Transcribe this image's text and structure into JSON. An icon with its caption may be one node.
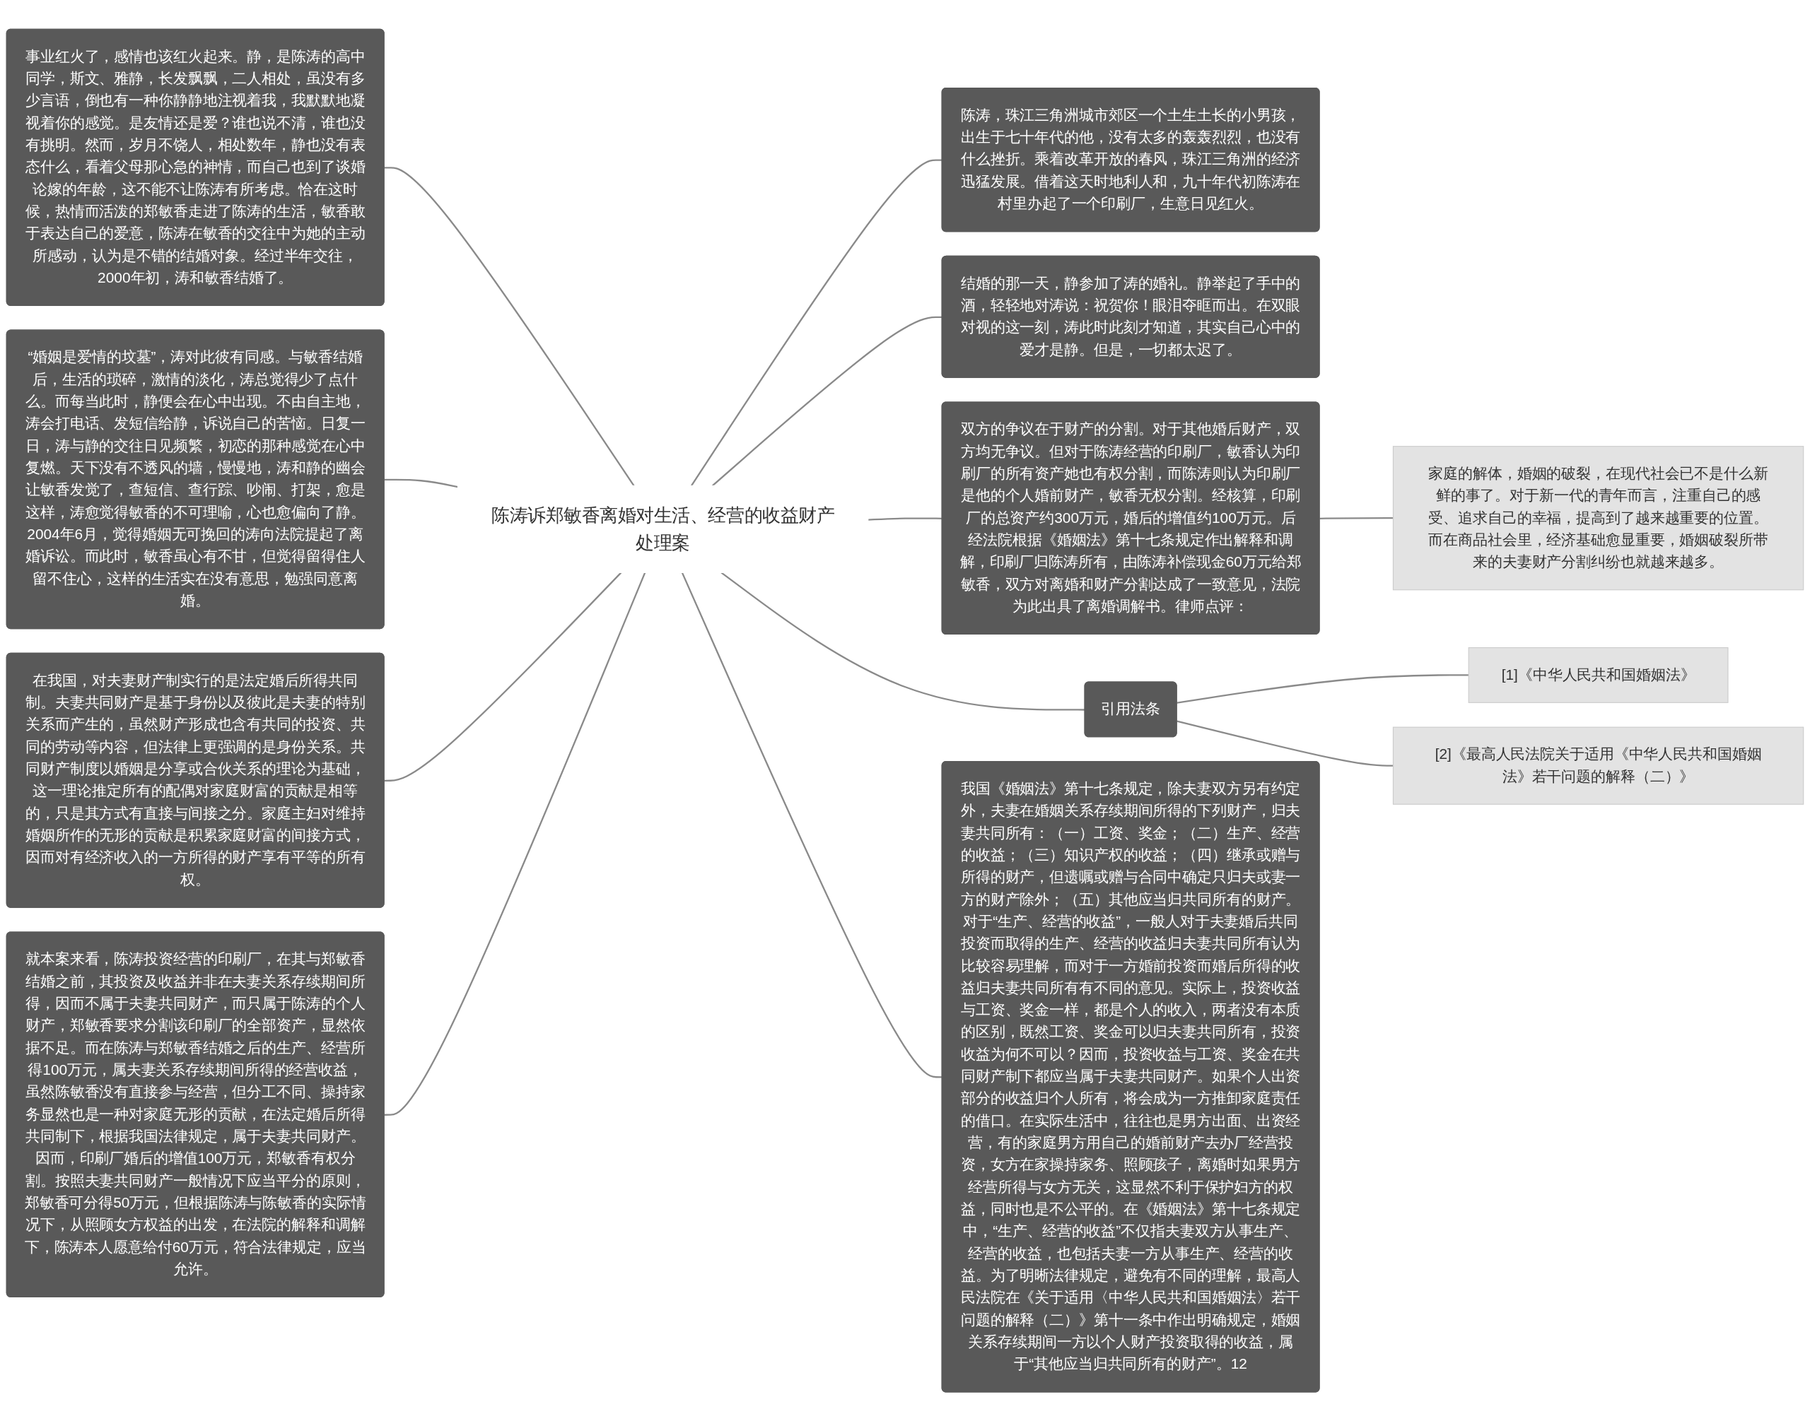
{
  "diagram": {
    "nodes": [
      {
        "text": [
          "陈涛诉郑敏香离婚对生活、经营的收益财产处理案"
        ]
      },
      {
        "text": [
          "事业红火了，感情也该红火起来。静，是陈涛的高中同学，斯文、雅静，长发飘飘，二人相处，虽没有多少言语，倒也有一种你静静地注视着我，我默默地凝视着你的感觉。是友情还是爱？谁也说不清，谁也没有挑明。然而，岁月不饶人，相处数年，静也没有表态什么，看着父母那心急的神情，而自己也到了谈婚论嫁的年龄，这不能不让陈涛有所考虑。恰在这时候，热情而活泼的郑敏香走进了陈涛的生活，敏香敢于表达自己的爱意，陈涛在敏香的交往中为她的主动所感动，认为是不错的结婚对象。经过半年交往，2000年初，涛和敏香结婚了。"
        ]
      },
      {
        "text": [
          "“婚姻是爱情的坟墓”，涛对此彼有同感。与敏香结婚后，生活的琐碎，激情的淡化，涛总觉得少了点什么。而每当此时，静便会在心中出现。不由自主地，涛会打电话、发短信给静，诉说自己的苦恼。日复一日，涛与静的交往日见频繁，初恋的那种感觉在心中复燃。天下没有不透风的墙，慢慢地，涛和静的幽会让敏香发觉了，查短信、查行踪、吵闹、打架，愈是这样，涛愈觉得敏香的不可理喻，心也愈偏向了静。2004年6月，觉得婚姻无可挽回的涛向法院提起了离婚诉讼。而此时，敏香虽心有不甘，但觉得留得住人留不住心，这样的生活实在没有意思，勉强同意离婚。"
        ]
      },
      {
        "text": [
          "在我国，对夫妻财产制实行的是法定婚后所得共同制。夫妻共同财产是基于身份以及彼此是夫妻的特别关系而产生的，虽然财产形成也含有共同的投资、共同的劳动等内容，但法律上更强调的是身份关系。共同财产制度以婚姻是分享或合伙关系的理论为基础，这一理论推定所有的配偶对家庭财富的贡献是相等的，只是其方式有直接与间接之分。家庭主妇对维持婚姻所作的无形的贡献是积累家庭财富的间接方式，因而对有经济收入的一方所得的财产享有平等的所有权。"
        ]
      },
      {
        "text": [
          "就本案来看，陈涛投资经营的印刷厂，在其与郑敏香结婚之前，其投资及收益并非在夫妻关系存续期间所得，因而不属于夫妻共同财产，而只属于陈涛的个人财产，郑敏香要求分割该印刷厂的全部资产，显然依据不足。而在陈涛与郑敏香结婚之后的生产、经营所得100万元，属夫妻关系存续期间所得的经营收益，虽然陈敏香没有直接参与经营，但分工不同、操持家务显然也是一种对家庭无形的贡献，在法定婚后所得共同制下，根据我国法律规定，属于夫妻共同财产。因而，印刷厂婚后的增值100万元，郑敏香有权分割。按照夫妻共同财产一般情况下应当平分的原则，郑敏香可分得50万元，但根据陈涛与陈敏香的实际情况下，从照顾女方权益的出发，在法院的解释和调解下，陈涛本人愿意给付60万元，符合法律规定，应当允许。"
        ]
      },
      {
        "text": [
          "陈涛，珠江三角洲城市郊区一个土生土长的小男孩，出生于七十年代的他，没有太多的轰轰烈烈，也没有什么挫折。乘着改革开放的春风，珠江三角洲的经济迅猛发展。借着这天时地利人和，九十年代初陈涛在村里办起了一个印刷厂，生意日见红火。"
        ]
      },
      {
        "text": [
          "结婚的那一天，静参加了涛的婚礼。静举起了手中的酒，轻轻地对涛说：祝贺你！眼泪夺眶而出。在双眼对视的这一刻，涛此时此刻才知道，其实自己心中的爱才是静。但是，一切都太迟了。"
        ]
      },
      {
        "text": [
          "双方的争议在于财产的分割。对于其他婚后财产，双方均无争议。但对于陈涛经营的印刷厂，敏香认为印刷厂的所有资产她也有权分割，而陈涛则认为印刷厂是他的个人婚前财产，敏香无权分割。经核算，印刷厂的总资产约300万元，婚后的增值约100万元。后经法院根据《婚姻法》第十七条规定作出解释和调解，印刷厂归陈涛所有，由陈涛补偿现金60万元给郑敏香，双方对离婚和财产分割达成了一致意见，法院为此出具了离婚调解书。律师点评："
        ]
      },
      {
        "text": [
          "家庭的解体，婚姻的破裂，在现代社会已不是什么新鲜的事了。对于新一代的青年而言，注重自己的感受、追求自己的幸福，提高到了越来越重要的位置。而在商品社会里，经济基础愈显重要，婚姻破裂所带来的夫妻财产分割纠纷也就越来越多。"
        ]
      },
      {
        "text": [
          "我国《婚姻法》第十七条规定，除夫妻双方另有约定外，夫妻在婚姻关系存续期间所得的下列财产，归夫妻共同所有：（一）工资、奖金；（二）生产、经营的收益；（三）知识产权的收益；（四）继承或赠与所得的财产，但遗嘱或赠与合同中确定只归夫或妻一方的财产除外；（五）其他应当归共同所有的财产。对于“生产、经营的收益”，一般人对于夫妻婚后共同投资而取得的生产、经营的收益归夫妻共同所有认为比较容易理解，而对于一方婚前投资而婚后所得的收益归夫妻共同所有有不同的意见。实际上，投资收益与工资、奖金一样，都是个人的收入，两者没有本质的区别，既然工资、奖金可以归夫妻共同所有，投资收益为何不可以？因而，投资收益与工资、奖金在共同财产制下都应当属于夫妻共同财产。如果个人出资部分的收益归个人所有，将会成为一方推卸家庭责任的借口。在实际生活中，往往也是男方出面、出资经营，有的家庭男方用自己的婚前财产去办厂经营投资，女方在家操持家务、照顾孩子，离婚时如果男方经营所得与女方无关，这显然不利于保护妇方的权益，同时也是不公平的。在《婚姻法》第十七条规定中，“生产、经营的收益”不仅指夫妻双方从事生产、经营的收益，也包括夫妻一方从事生产、经营的收益。为了明晰法律规定，避免有不同的理解，最高人民法院在《关于适用〈中华人民共和国婚姻法〉若干问题的解释（二）》第十一条中作出明确规定，婚姻关系存续期间一方以个人财产投资取得的收益，属于“其他应当归共同所有的财产”。12"
        ]
      },
      {
        "text": [
          "引用法条"
        ]
      },
      {
        "text": [
          "[1]《中华人民共和国婚姻法》"
        ]
      },
      {
        "text": [
          "[2]《最高人民法院关于适用《中华人民共和国婚姻法》若干问题的解释（二）》"
        ]
      }
    ],
    "edges": [
      {
        "from": 0,
        "to": 1,
        "arrow": "none"
      },
      {
        "from": 0,
        "to": 2,
        "arrow": "none"
      },
      {
        "from": 0,
        "to": 3,
        "arrow": "none"
      },
      {
        "from": 0,
        "to": 4,
        "arrow": "none"
      },
      {
        "from": 0,
        "to": 5,
        "arrow": "none"
      },
      {
        "from": 0,
        "to": 6,
        "arrow": "none"
      },
      {
        "from": 0,
        "to": 7,
        "arrow": "none"
      },
      {
        "from": 7,
        "to": 8,
        "arrow": "none"
      },
      {
        "from": 0,
        "to": 9,
        "arrow": "none"
      },
      {
        "from": 0,
        "to": 10,
        "arrow": "none"
      },
      {
        "from": 10,
        "to": 11,
        "arrow": "none"
      },
      {
        "from": 10,
        "to": 12,
        "arrow": "none"
      }
    ]
  }
}
